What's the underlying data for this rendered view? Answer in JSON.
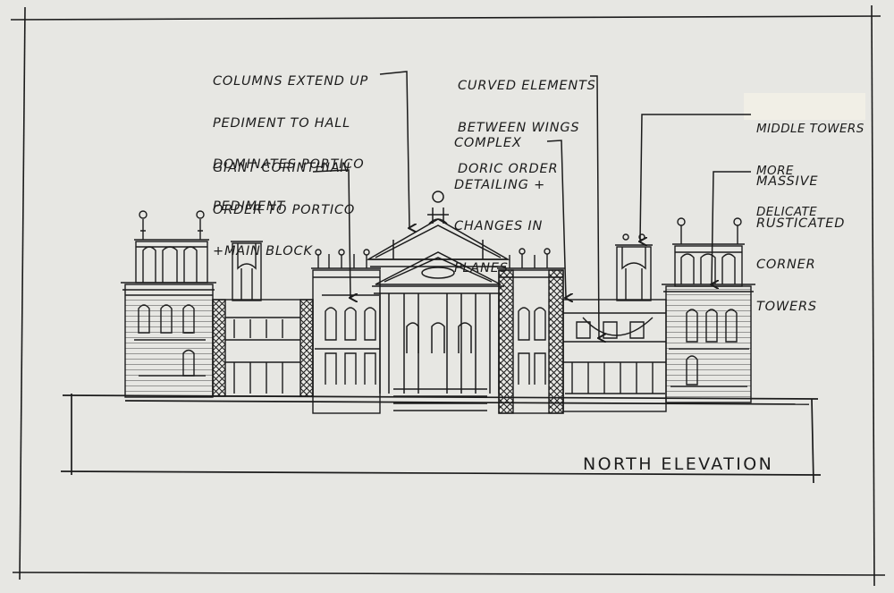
{
  "drawing": {
    "title": "NORTH ELEVATION",
    "annotations": [
      {
        "id": "columns",
        "lines": [
          "COLUMNS EXTEND UP",
          "PEDIMENT TO HALL",
          "DOMINATES PORTICO",
          "PEDIMENT"
        ]
      },
      {
        "id": "giant-order",
        "lines": [
          "GIANT CORINTHIAN",
          "ORDER TO PORTICO",
          "+MAIN BLOCK"
        ]
      },
      {
        "id": "curved",
        "lines": [
          "CURVED ELEMENTS",
          "BETWEEN WINGS",
          "DORIC ORDER"
        ]
      },
      {
        "id": "complex",
        "lines": [
          "COMPLEX",
          "DETAILING +",
          "CHANGES IN",
          "PLANES"
        ]
      },
      {
        "id": "middle-towers",
        "lines": [
          "MIDDLE TOWERS",
          "MORE",
          "DELICATE"
        ]
      },
      {
        "id": "corner-towers",
        "lines": [
          "MASSIVE",
          "RUSTICATED",
          "CORNER",
          "TOWERS"
        ]
      }
    ]
  },
  "colors": {
    "paper": "#e7e7e3",
    "ink": "#1c1c1c",
    "correction_patch": "#f1efe6"
  }
}
